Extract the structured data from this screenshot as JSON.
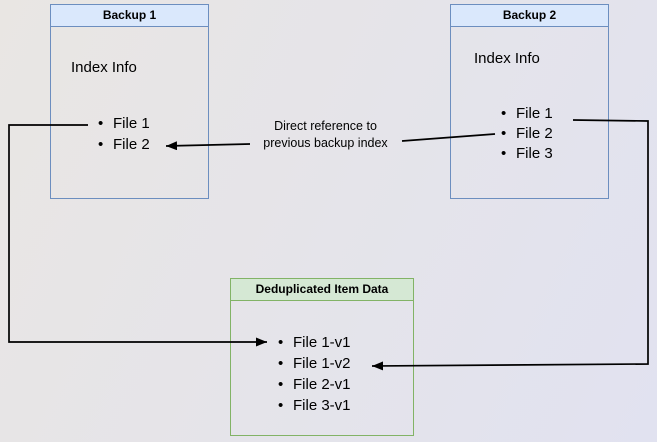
{
  "colors": {
    "canvas_start": "#e9e6e3",
    "canvas_end": "#e1e2f0",
    "blue_fill": "#dae8fc",
    "blue_border": "#6c8ebf",
    "green_fill": "#d5e8d4",
    "green_border": "#82b366",
    "arrow": "#000000",
    "text": "#000000"
  },
  "boxes": {
    "backup1": {
      "title": "Backup 1",
      "label": "Index Info",
      "items": [
        "File 1",
        "File 2"
      ]
    },
    "backup2": {
      "title": "Backup 2",
      "label": "Index Info",
      "items": [
        "File 1",
        "File 2",
        "File 3"
      ]
    },
    "dedup": {
      "title": "Deduplicated Item Data",
      "items": [
        "File 1-v1",
        "File 1-v2",
        "File 2-v1",
        "File 3-v1"
      ]
    }
  },
  "annotation": {
    "line1": "Direct reference to",
    "line2": "previous backup index"
  }
}
